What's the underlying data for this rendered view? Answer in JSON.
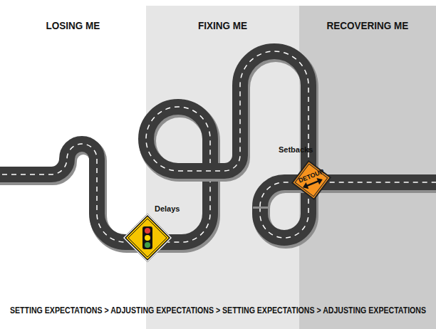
{
  "diagram": {
    "nodes": [
      {
        "text": [
          "LOSING ME"
        ]
      },
      {
        "text": [
          "FIXING ME"
        ]
      },
      {
        "text": [
          "RECOVERING ME"
        ]
      },
      {
        "text": [
          "DETOUR"
        ]
      }
    ],
    "labels": [
      "Delays",
      "Setbacks",
      "SETTING EXPECTATIONS > ADJUSTING EXPECTATIONS > SETTING EXPECTATIONS > ADJUSTING EXPECTATIONS"
    ]
  }
}
